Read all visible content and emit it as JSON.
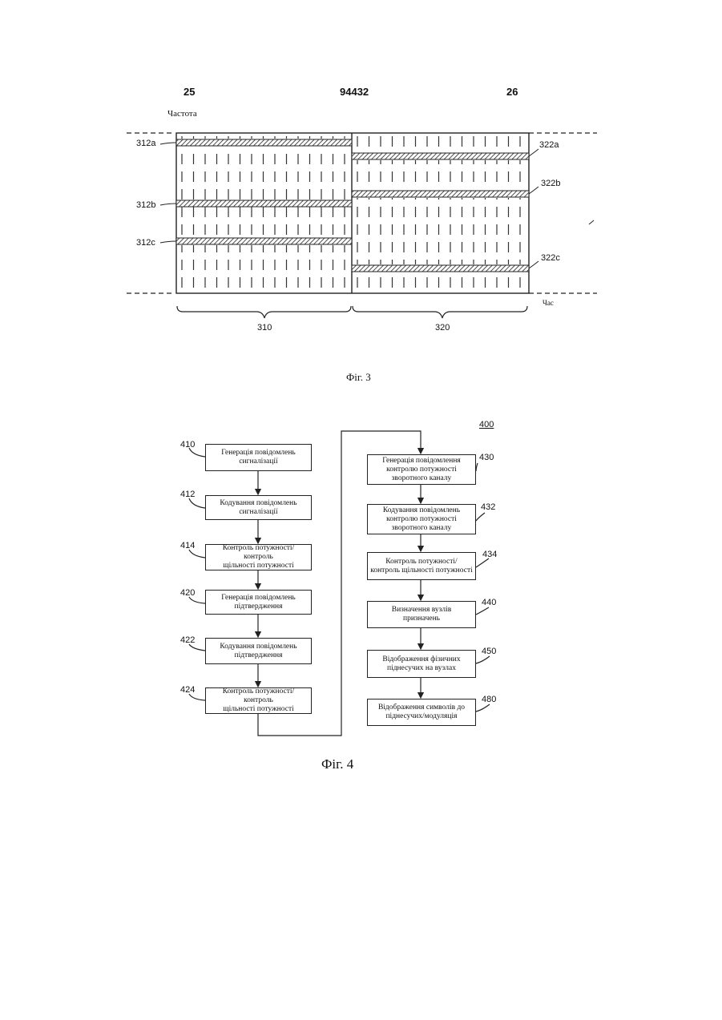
{
  "header": {
    "left_page": "25",
    "doc_number": "94432",
    "right_page": "26"
  },
  "fig3": {
    "y_axis_label": "Частота",
    "x_axis_label": "Час",
    "left_labels": [
      "312a",
      "312b",
      "312c"
    ],
    "right_labels": [
      "322a",
      "322b",
      "322c"
    ],
    "brace_labels": [
      "310",
      "320"
    ],
    "caption": "Фіг. 3"
  },
  "fig4": {
    "ref": "400",
    "left_column": [
      {
        "num": "410",
        "text": "Генерація повідомлень\nсигналізації"
      },
      {
        "num": "412",
        "text": "Кодування повідомлень\nсигналізації"
      },
      {
        "num": "414",
        "text": "Контроль потужності/контроль\nщільності потужності"
      },
      {
        "num": "420",
        "text": "Генерація повідомлень\nпідтвердження"
      },
      {
        "num": "422",
        "text": "Кодування повідомлень\nпідтвердження"
      },
      {
        "num": "424",
        "text": "Контроль потужності/контроль\nщільності потужності"
      }
    ],
    "right_column": [
      {
        "num": "430",
        "text": "Генерація повідомлення\nконтролю потужності\nзворотного каналу"
      },
      {
        "num": "432",
        "text": "Кодування повідомлень\nконтролю потужності\nзворотного каналу"
      },
      {
        "num": "434",
        "text": "Контроль потужності/\nконтроль щільності потужності"
      },
      {
        "num": "440",
        "text": "Визначення вузлів\nпризначень"
      },
      {
        "num": "450",
        "text": "Відображення фізичних\nпіднесучих на вузлах"
      },
      {
        "num": "480",
        "text": "Відображення символів до\nпіднесучих/модуляція"
      }
    ],
    "caption": "Фіг. 4"
  }
}
